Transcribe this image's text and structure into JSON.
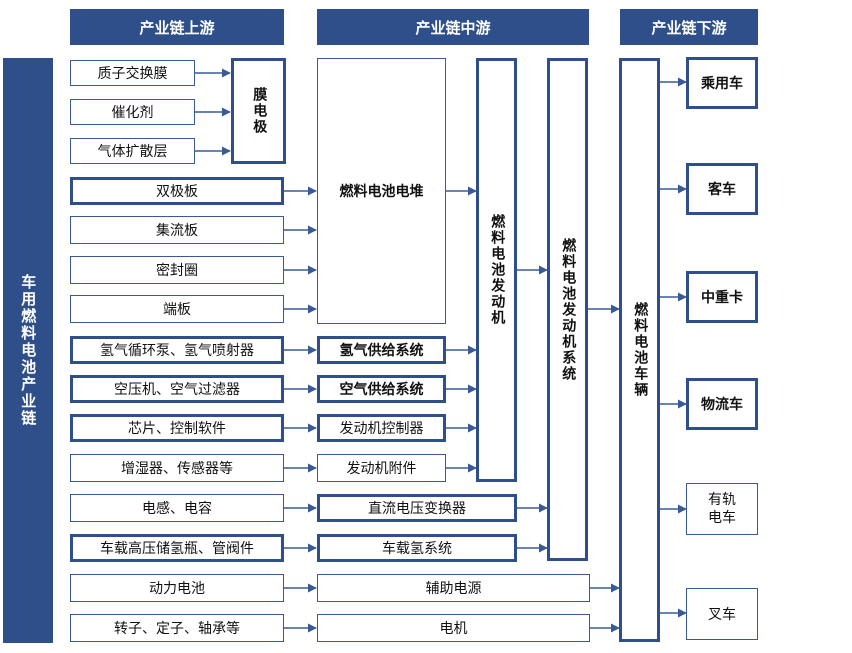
{
  "headers": {
    "upstream": "产业链上游",
    "midstream": "产业链中游",
    "downstream": "产业链下游"
  },
  "side_label": "车用燃料电池产业链",
  "membrane_electrode": {
    "title": "膜电极",
    "parts": [
      "质子交换膜",
      "催化剂",
      "气体扩散层"
    ]
  },
  "stack": {
    "title": "燃料电池电堆",
    "parts": [
      "双极板",
      "集流板",
      "密封圈",
      "端板"
    ]
  },
  "upstream_rows": [
    "氢气循环泵、氢气喷射器",
    "空压机、空气过滤器",
    "芯片、控制软件",
    "增湿器、传感器等",
    "电感、电容",
    "车载高压储氢瓶、管阀件",
    "动力电池",
    "转子、定子、轴承等"
  ],
  "mid_rows": [
    "氢气供给系统",
    "空气供给系统",
    "发动机控制器",
    "发动机附件",
    "直流电压变换器",
    "车载氢系统",
    "辅助电源",
    "电机"
  ],
  "engine": "燃料电池发动机",
  "engine_system": "燃料电池发动机系统",
  "vehicle": "燃料电池车辆",
  "downstream_items": [
    "乘用车",
    "客车",
    "中重卡",
    "物流车",
    "有轨\n电车",
    "叉车"
  ],
  "colors": {
    "primary": "#2f4f8a",
    "line": "#3a5a96"
  }
}
